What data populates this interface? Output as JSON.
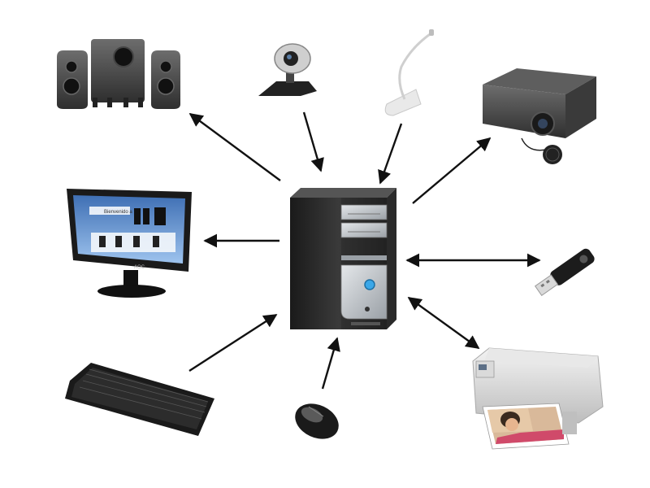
{
  "diagram": {
    "hub": "system-unit",
    "peripherals": [
      {
        "id": "speakers",
        "direction": "output"
      },
      {
        "id": "webcam",
        "direction": "input"
      },
      {
        "id": "microphone",
        "direction": "input"
      },
      {
        "id": "projector",
        "direction": "output"
      },
      {
        "id": "monitor",
        "direction": "output"
      },
      {
        "id": "usb-flash-drive",
        "direction": "bidirectional"
      },
      {
        "id": "keyboard",
        "direction": "input"
      },
      {
        "id": "mouse",
        "direction": "input"
      },
      {
        "id": "printer",
        "direction": "bidirectional"
      }
    ],
    "printed_text": {
      "monitor_heading": "Bienvenido a",
      "monitor_brand": "AOC"
    }
  }
}
